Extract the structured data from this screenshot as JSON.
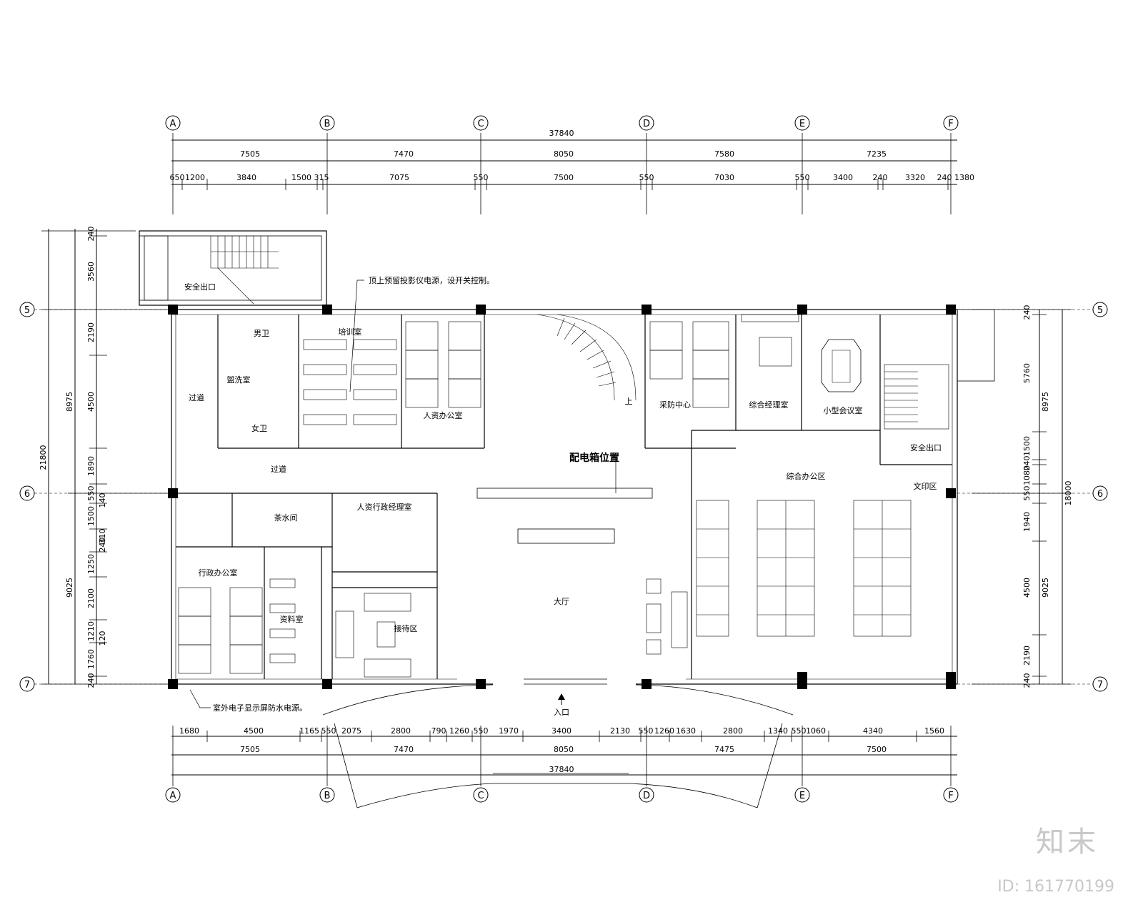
{
  "axes": {
    "columns": [
      "A",
      "B",
      "C",
      "D",
      "E",
      "F"
    ],
    "rows": [
      "5",
      "6",
      "7"
    ]
  },
  "dims": {
    "top_total": "37840",
    "top_spans": [
      "7505",
      "7470",
      "8050",
      "7580",
      "7235"
    ],
    "top_detail": [
      "650",
      "1200",
      "3840",
      "1500",
      "315",
      "7075",
      "550",
      "7500",
      "550",
      "7030",
      "550",
      "3400",
      "240",
      "3320",
      "240",
      "1380"
    ],
    "bottom_detail": [
      "1680",
      "4500",
      "1165",
      "550",
      "2075",
      "2800",
      "790",
      "1260",
      "550",
      "1970",
      "3400",
      "2130",
      "550",
      "1260",
      "1630",
      "2800",
      "1340",
      "550",
      "1060",
      "4340",
      "1560"
    ],
    "bottom_spans": [
      "7505",
      "7470",
      "8050",
      "7475",
      "7500"
    ],
    "bottom_total": "37840",
    "left_total": "21800",
    "left_spans": [
      "8975",
      "9025"
    ],
    "left_detail": [
      "240",
      "3560",
      "2190",
      "4500",
      "1890",
      "550",
      "1500",
      "1250",
      "2100",
      "1210",
      "1760",
      "240"
    ],
    "left_small": [
      "140",
      "310",
      "240",
      "120"
    ],
    "right_total": "18000",
    "right_spans": [
      "8975",
      "9025"
    ],
    "right_detail": [
      "240",
      "5760",
      "1500",
      "240",
      "1080",
      "550",
      "1940",
      "4500",
      "2190",
      "240"
    ]
  },
  "rooms": {
    "stair_exit": "安全出口",
    "men_wc": "男卫",
    "wash": "盥洗室",
    "women_wc": "女卫",
    "corridor_1": "过道",
    "corridor_2": "过道",
    "training": "培训室",
    "hr_office": "人资办公室",
    "security": "采防中心",
    "gm_office": "综合经理室",
    "meeting": "小型会议室",
    "exit_right": "安全出口",
    "open_office": "综合办公区",
    "print": "文印区",
    "tea": "茶水间",
    "hr_manager": "人资行政经理室",
    "admin_office": "行政办公室",
    "archive": "资料室",
    "reception": "接待区",
    "hall": "大厅",
    "entrance": "入口",
    "up": "上"
  },
  "notes": {
    "projector": "顶上预留投影仪电源，设开关控制。",
    "elec_box": "配电箱位置",
    "outdoor_screen": "室外电子显示屏防水电源。"
  },
  "watermark": {
    "brand": "知末",
    "id": "ID: 161770199"
  }
}
